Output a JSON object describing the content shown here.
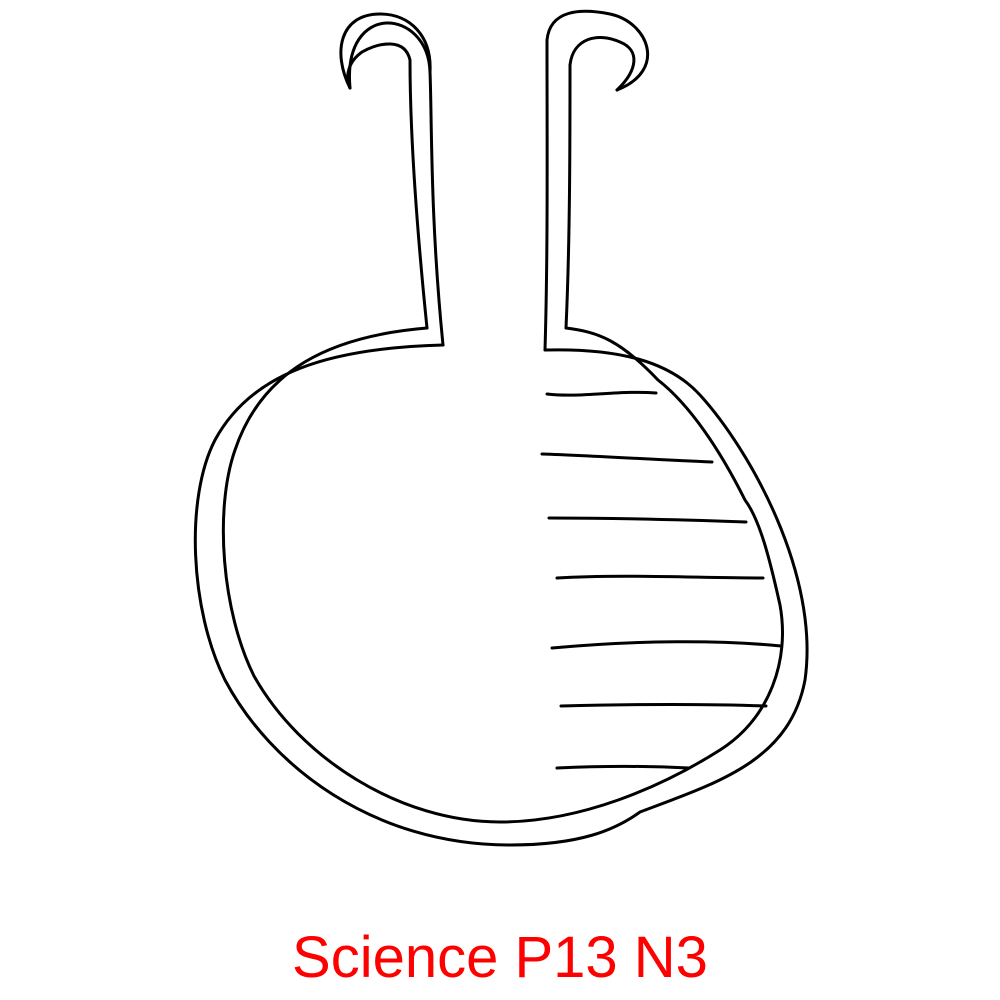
{
  "caption": {
    "text": "Science P13 N3",
    "color": "#ff0000"
  },
  "diagram": {
    "stroke_color": "#000000",
    "parts": [
      "bulb-outer-wall",
      "bulb-inner-wall",
      "left-tube",
      "right-tube",
      "left-hook",
      "right-hook",
      "liquid-fill-lines"
    ],
    "liquid_line_count": 7
  }
}
